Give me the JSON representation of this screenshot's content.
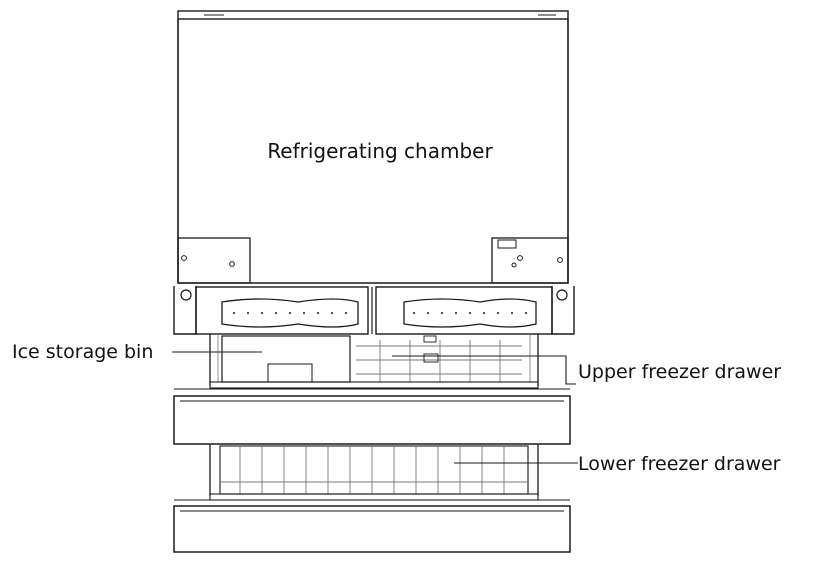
{
  "labels": {
    "refrigerating_chamber": "Refrigerating chamber",
    "ice_storage_bin": "Ice storage bin",
    "upper_freezer_drawer": "Upper freezer drawer",
    "lower_freezer_drawer": "Lower freezer drawer"
  },
  "colors": {
    "line": "#1a1a1a",
    "light_line": "#777777",
    "text": "#111111",
    "background": "#ffffff"
  }
}
